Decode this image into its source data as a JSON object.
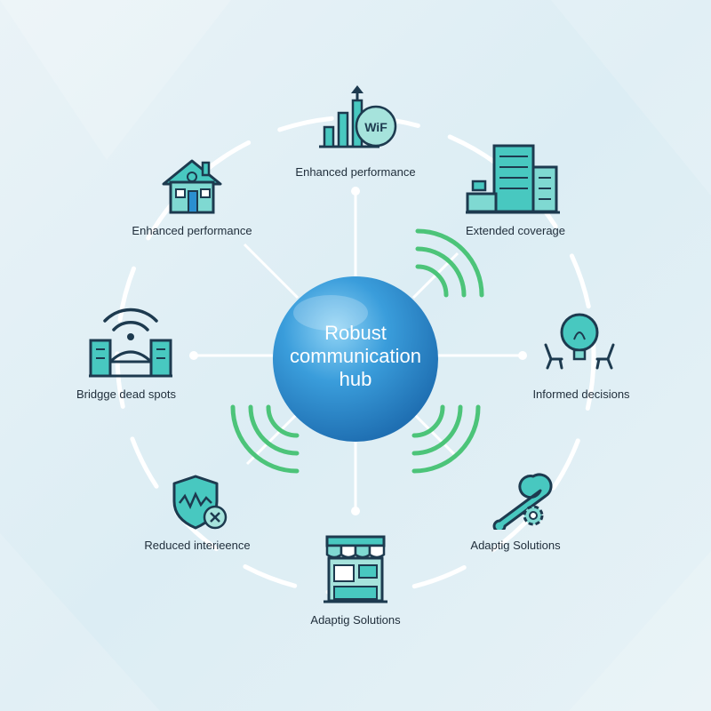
{
  "hub": {
    "lines": [
      "Robust",
      "communication",
      "hub"
    ]
  },
  "nodes": [
    {
      "id": "top",
      "label": "Enhanced performance",
      "icon": "wifi-bar-chart-icon",
      "icon_text": "WiF"
    },
    {
      "id": "top-left",
      "label": "Enhanced performance",
      "icon": "house-icon"
    },
    {
      "id": "top-right",
      "label": "Extended coverage",
      "icon": "office-building-icon"
    },
    {
      "id": "left",
      "label": "Bridgge dead spots",
      "icon": "bridge-wifi-icon"
    },
    {
      "id": "right",
      "label": "Informed decisions",
      "icon": "lightbulb-meeting-icon"
    },
    {
      "id": "bottom-left",
      "label": "Reduced interieence",
      "icon": "shield-interference-icon"
    },
    {
      "id": "bottom",
      "label": "Adaptig Solutions",
      "icon": "storefront-icon"
    },
    {
      "id": "bottom-right",
      "label": "Adaptig Solutions",
      "icon": "wrench-gear-icon"
    }
  ],
  "colors": {
    "ring": "#ffffff",
    "hub": "#2a8fd0",
    "icon_stroke": "#1d3a4f",
    "icon_fill": "#48c8c0",
    "signal": "#4cc479"
  }
}
